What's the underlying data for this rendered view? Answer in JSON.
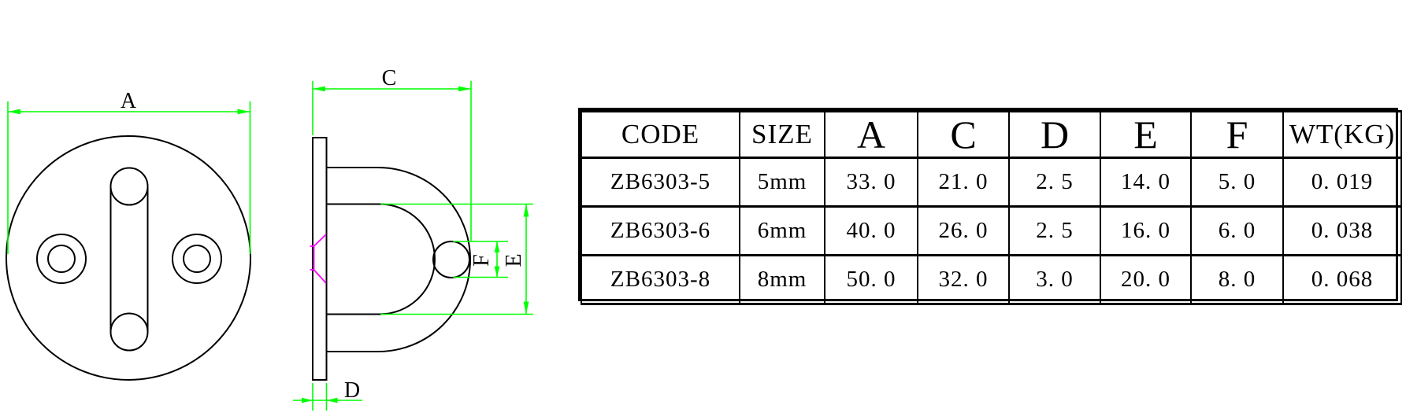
{
  "colors": {
    "outline": "#000000",
    "dimension_green": "#00ff00",
    "detail_magenta": "#ff00ff",
    "background": "#ffffff"
  },
  "drawing": {
    "front_view": {
      "dim_label_a": "A"
    },
    "side_view": {
      "dim_label_c": "C",
      "dim_label_d": "D",
      "dim_label_e": "E",
      "dim_label_f": "F"
    }
  },
  "table": {
    "headers": [
      "CODE",
      "SIZE",
      "A",
      "C",
      "D",
      "E",
      "F",
      "WT(KG)"
    ],
    "rows": [
      [
        "ZB6303-5",
        "5mm",
        "33. 0",
        "21. 0",
        "2. 5",
        "14. 0",
        "5. 0",
        "0. 019"
      ],
      [
        "ZB6303-6",
        "6mm",
        "40. 0",
        "26. 0",
        "2. 5",
        "16. 0",
        "6. 0",
        "0. 038"
      ],
      [
        "ZB6303-8",
        "8mm",
        "50. 0",
        "32. 0",
        "3. 0",
        "20. 0",
        "8. 0",
        "0. 068"
      ]
    ]
  }
}
